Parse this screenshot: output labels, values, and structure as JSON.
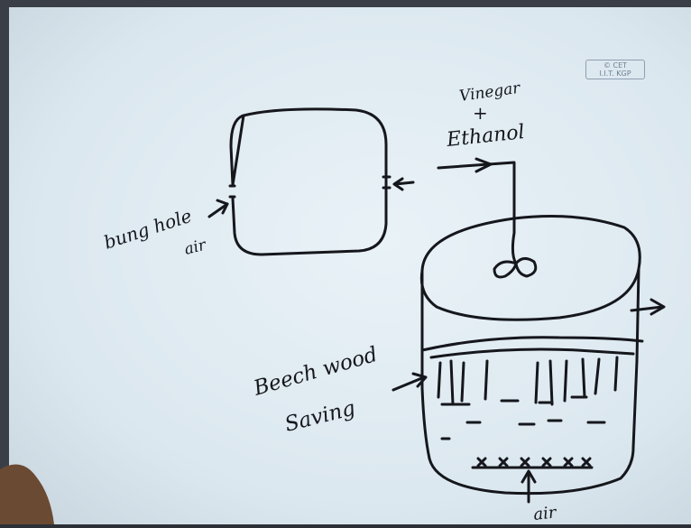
{
  "watermark": {
    "line1": "© CET",
    "line2": "I.I.T. KGP"
  },
  "labels": {
    "bung_hole": "bung hole",
    "air_left": "air",
    "vinegar": "Vinegar",
    "plus": "+",
    "ethanol": "Ethanol",
    "beech_wood": "Beech wood",
    "saving": "Saving",
    "air_bottom": "air"
  },
  "colors": {
    "whiteboard": "#dfeaf1",
    "ink": "#15171c"
  }
}
